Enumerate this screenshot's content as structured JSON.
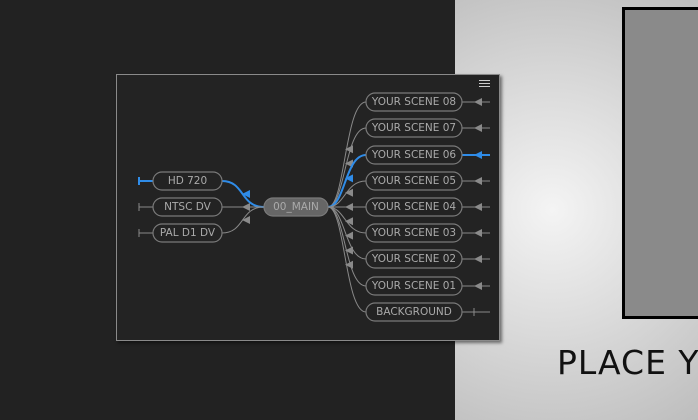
{
  "flowchart": {
    "main": {
      "label": "00_MAIN"
    },
    "outputs": [
      {
        "label": "HD 720",
        "active": true
      },
      {
        "label": "NTSC DV",
        "active": false
      },
      {
        "label": "PAL D1 DV",
        "active": false
      }
    ],
    "inputs": [
      {
        "label": "YOUR SCENE 08",
        "active": false,
        "has_arrow": true
      },
      {
        "label": "YOUR SCENE 07",
        "active": false,
        "has_arrow": true
      },
      {
        "label": "YOUR SCENE 06",
        "active": true,
        "has_arrow": true
      },
      {
        "label": "YOUR SCENE 05",
        "active": false,
        "has_arrow": true
      },
      {
        "label": "YOUR SCENE 04",
        "active": false,
        "has_arrow": true
      },
      {
        "label": "YOUR SCENE 03",
        "active": false,
        "has_arrow": true
      },
      {
        "label": "YOUR SCENE 02",
        "active": false,
        "has_arrow": true
      },
      {
        "label": "YOUR SCENE 01",
        "active": false,
        "has_arrow": true
      },
      {
        "label": "BACKGROUND",
        "active": false,
        "has_arrow": false
      }
    ],
    "colors": {
      "active": "#2f8ce8",
      "edge": "#8a8a8a",
      "node_border": "#7a7a7a",
      "main_fill": "#666666"
    }
  },
  "preview": {
    "caption": "PLACE YO"
  }
}
